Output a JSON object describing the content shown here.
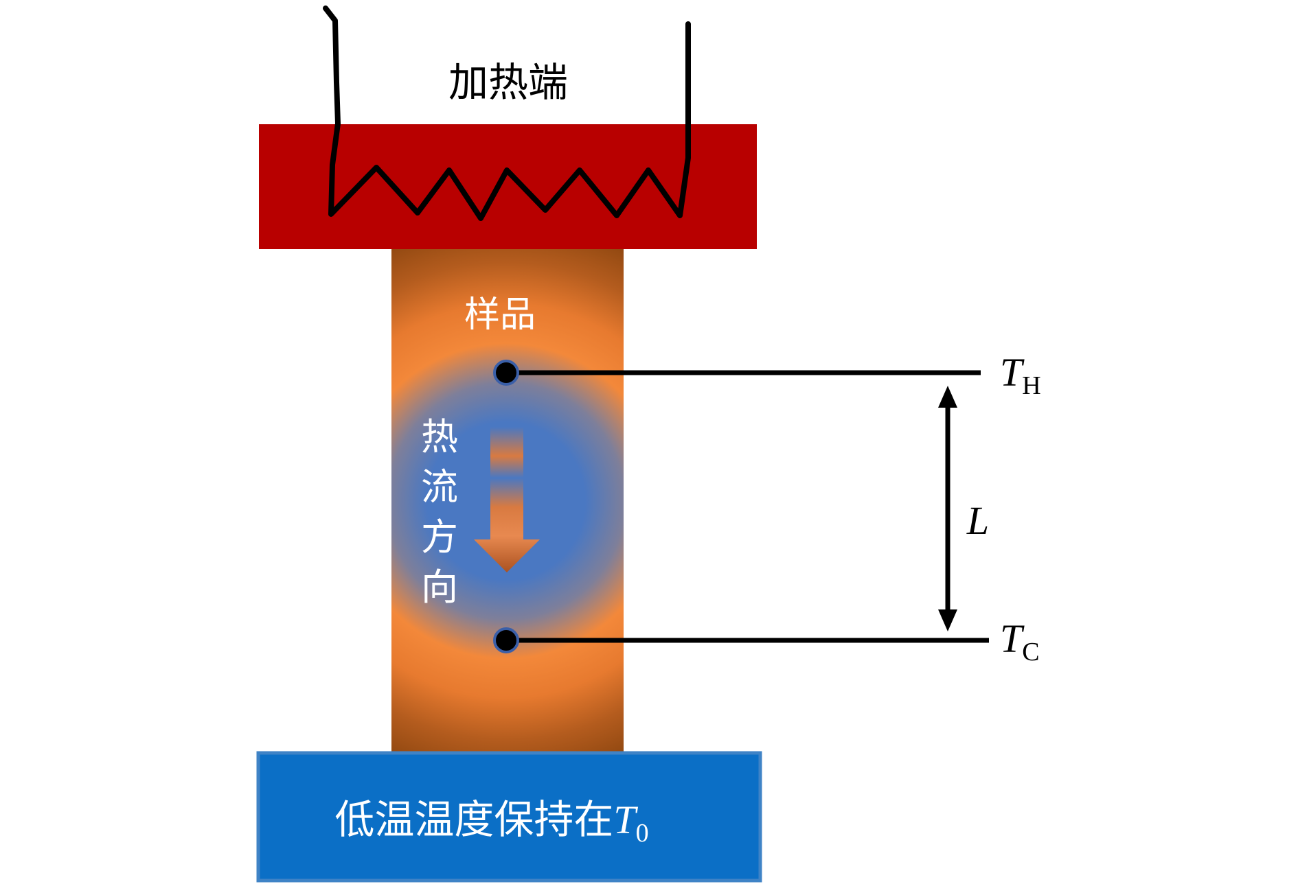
{
  "heater": {
    "label": "加热端",
    "block_color": "#b80000",
    "wire_color": "#000000"
  },
  "sample": {
    "label": "样品",
    "flow_chars": [
      "热",
      "流",
      "方",
      "向"
    ],
    "gradient_colors": [
      "#4a78c2",
      "#f3883a",
      "#8f4710"
    ]
  },
  "sink": {
    "label_prefix": "低温温度保持在",
    "var": "T",
    "sub": "0",
    "color": "#0b6fc6",
    "border_color": "#3f83c6"
  },
  "hot_probe": {
    "var": "T",
    "sub": "H"
  },
  "cold_probe": {
    "var": "T",
    "sub": "C"
  },
  "length": {
    "label": "L"
  }
}
